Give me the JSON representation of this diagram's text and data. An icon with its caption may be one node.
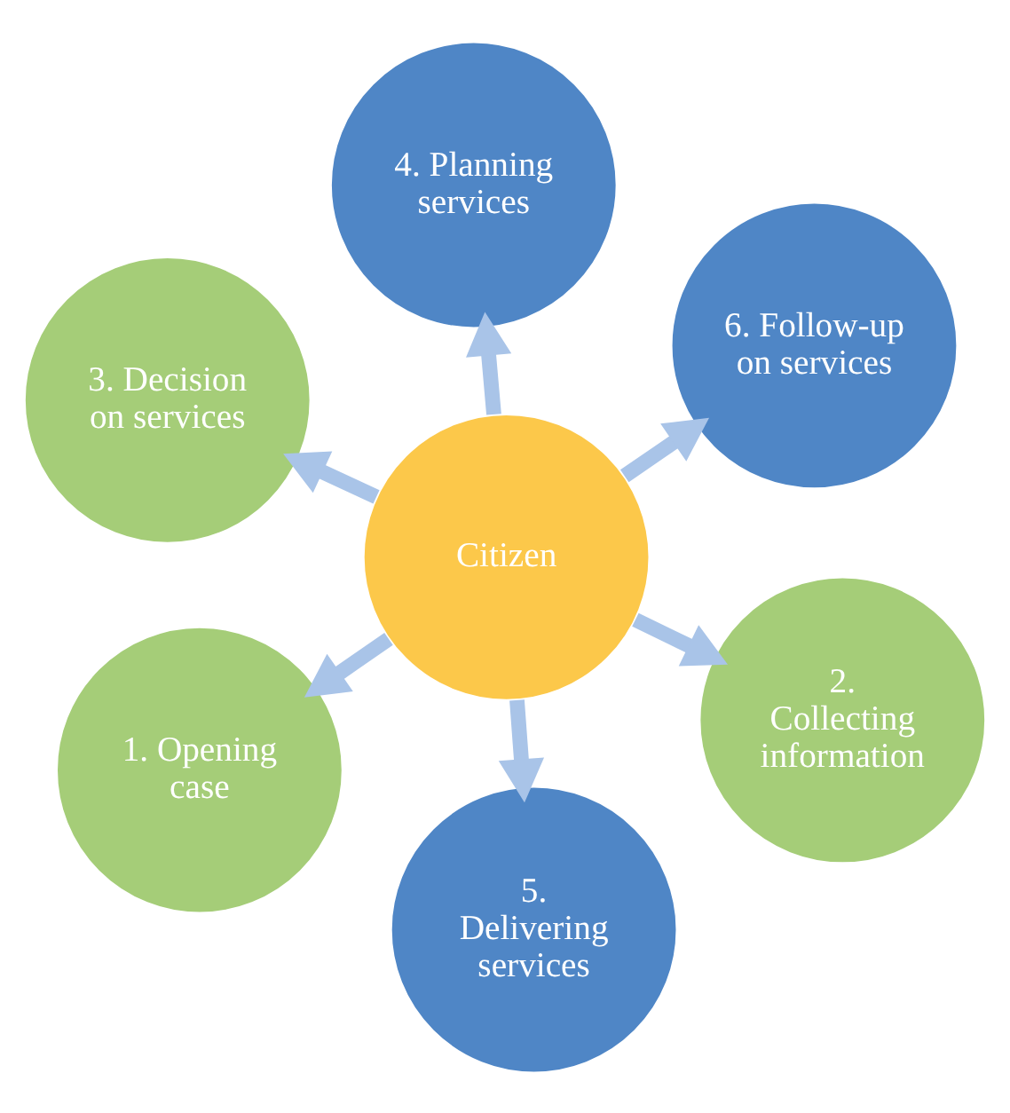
{
  "diagram": {
    "nodes": [
      {
        "text": [
          "Citizen"
        ]
      },
      {
        "text": [
          "1. Opening case"
        ]
      },
      {
        "text": [
          "2. Collecting information"
        ]
      },
      {
        "text": [
          "3. Decision on services"
        ]
      },
      {
        "text": [
          "4. Planning services"
        ]
      },
      {
        "text": [
          "5. Delivering services"
        ]
      },
      {
        "text": [
          "6. Follow-up on services"
        ]
      }
    ],
    "edges": [
      {
        "from": 0,
        "to": 1,
        "arrow": "to"
      },
      {
        "from": 0,
        "to": 2,
        "arrow": "to"
      },
      {
        "from": 0,
        "to": 3,
        "arrow": "to"
      },
      {
        "from": 0,
        "to": 4,
        "arrow": "to"
      },
      {
        "from": 0,
        "to": 5,
        "arrow": "to"
      },
      {
        "from": 0,
        "to": 6,
        "arrow": "to"
      }
    ]
  }
}
